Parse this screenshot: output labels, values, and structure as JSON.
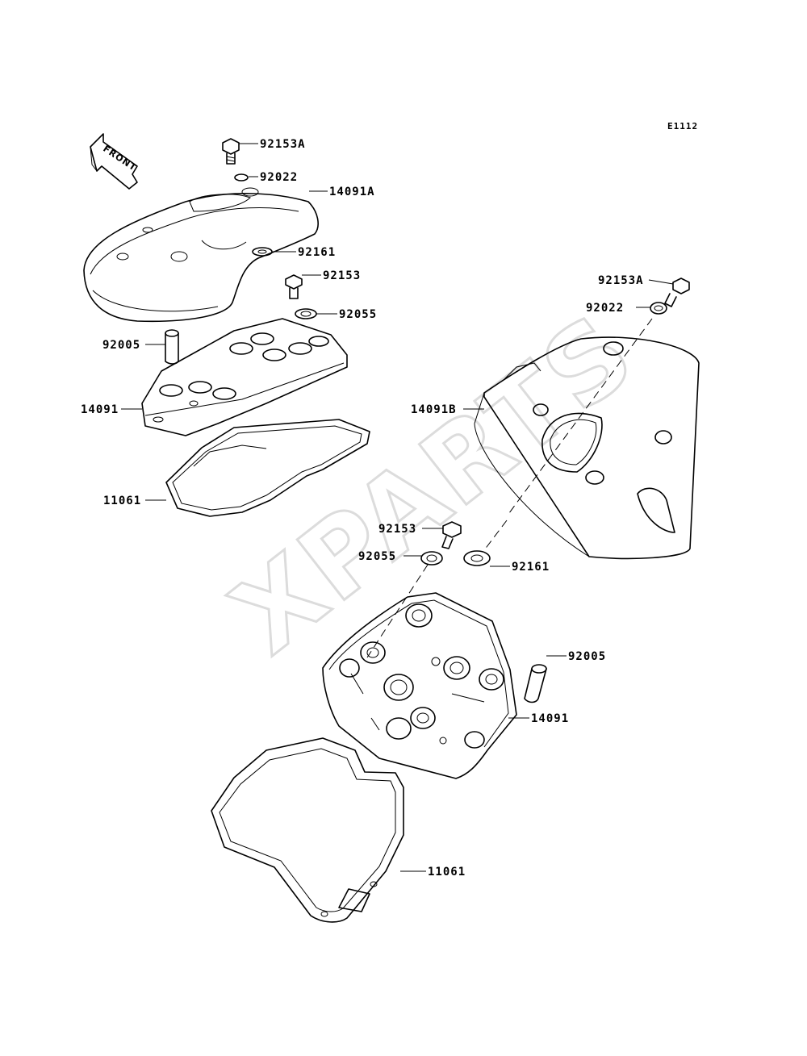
{
  "diagram_code": "E1112",
  "front_label": "FRONT",
  "watermark": "XPARTS",
  "labels": {
    "top_bolt_a": "92153A",
    "top_washer": "92022",
    "top_cover_a": "14091A",
    "top_grommet": "92161",
    "top_bolt": "92153",
    "top_seal": "92055",
    "top_dowel": "92005",
    "top_head_cover": "14091",
    "top_gasket": "11061",
    "right_bolt_a": "92153A",
    "right_washer": "92022",
    "right_cover_b": "14091B",
    "right_bolt": "92153",
    "right_seal": "92055",
    "right_grommet": "92161",
    "right_dowel": "92005",
    "right_head_cover": "14091",
    "right_gasket": "11061"
  }
}
